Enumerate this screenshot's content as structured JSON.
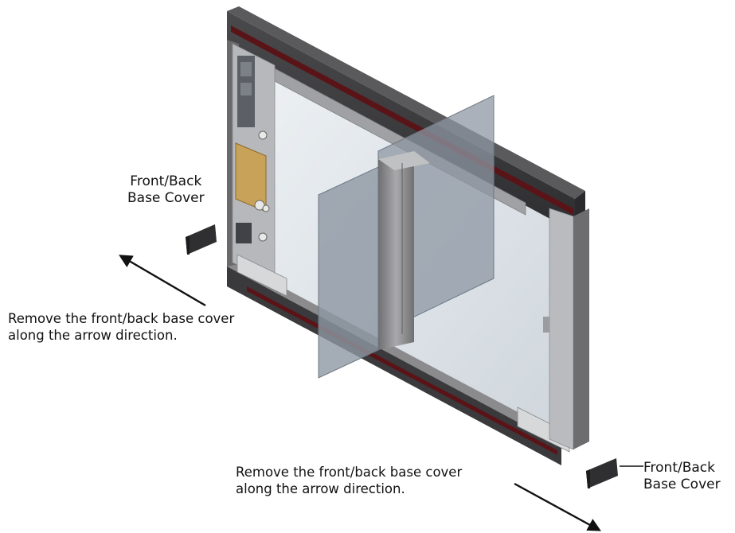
{
  "labels": {
    "front_back_cover_left": {
      "line1": "Front/Back",
      "line2": "Base Cover"
    },
    "front_back_cover_right": {
      "line1": "Front/Back",
      "line2": "Base Cover"
    }
  },
  "instructions": {
    "left": {
      "line1": "Remove the front/back base cover",
      "line2": "along the arrow direction."
    },
    "right": {
      "line1": "Remove the front/back base cover",
      "line2": "along the arrow direction."
    }
  },
  "colors": {
    "frame_dark": "#3c3c3e",
    "frame_gray": "#8e8e90",
    "accent_red": "#5a1418",
    "glass": "#dde3e8",
    "wing_panel": "#8d97a3",
    "brass_board": "#c9a25a"
  }
}
